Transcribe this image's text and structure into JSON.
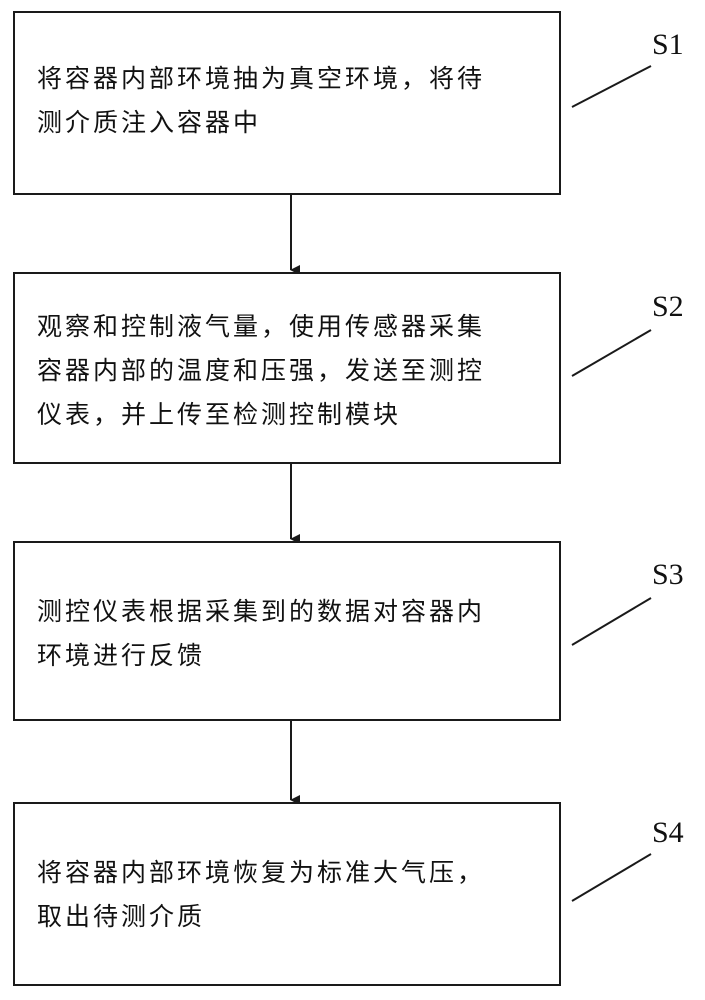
{
  "steps": [
    {
      "label": "S1",
      "lines": [
        "将容器内部环境抽为真空环境，将待",
        "测介质注入容器中"
      ]
    },
    {
      "label": "S2",
      "lines": [
        "观察和控制液气量，使用传感器采集",
        "容器内部的温度和压强，发送至测控",
        "仪表，并上传至检测控制模块"
      ]
    },
    {
      "label": "S3",
      "lines": [
        "测控仪表根据采集到的数据对容器内",
        "环境进行反馈"
      ]
    },
    {
      "label": "S4",
      "lines": [
        "将容器内部环境恢复为标准大气压，",
        "取出待测介质"
      ]
    }
  ]
}
